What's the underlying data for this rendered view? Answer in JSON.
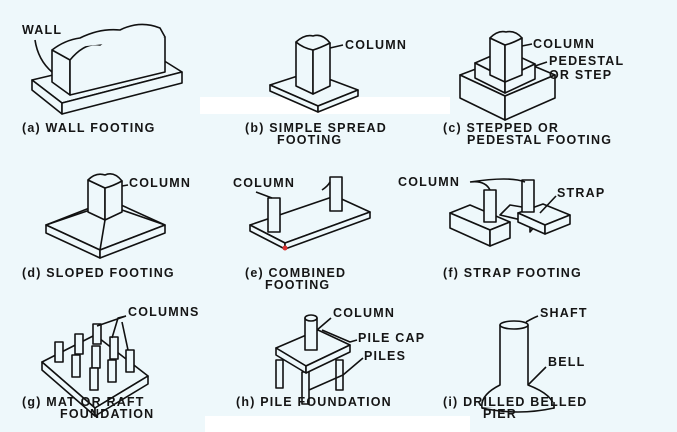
{
  "panels": [
    {
      "caption": [
        "(a) WALL FOOTING"
      ],
      "labels": [
        "WALL"
      ]
    },
    {
      "caption": [
        "(b) SIMPLE SPREAD",
        "FOOTING"
      ],
      "labels": [
        "COLUMN"
      ]
    },
    {
      "caption": [
        "(c) STEPPED OR",
        "PEDESTAL FOOTING"
      ],
      "labels": [
        "COLUMN",
        "PEDESTAL",
        "OR STEP"
      ]
    },
    {
      "caption": [
        "(d) SLOPED FOOTING"
      ],
      "labels": [
        "COLUMN"
      ]
    },
    {
      "caption": [
        "(e) COMBINED",
        "FOOTING"
      ],
      "labels": [
        "COLUMN"
      ]
    },
    {
      "caption": [
        "(f) STRAP FOOTING"
      ],
      "labels": [
        "COLUMN",
        "STRAP"
      ]
    },
    {
      "caption": [
        "(g) MAT OR RAFT",
        "FOUNDATION"
      ],
      "labels": [
        "COLUMNS"
      ]
    },
    {
      "caption": [
        "(h) PILE FOUNDATION"
      ],
      "labels": [
        "COLUMN",
        "PILE CAP",
        "PILES"
      ]
    },
    {
      "caption": [
        "(i) DRILLED BELLED",
        "PIER"
      ],
      "labels": [
        "SHAFT",
        "BELL"
      ]
    }
  ],
  "colors": {
    "background": "#eef8fb",
    "ink": "#151515"
  }
}
